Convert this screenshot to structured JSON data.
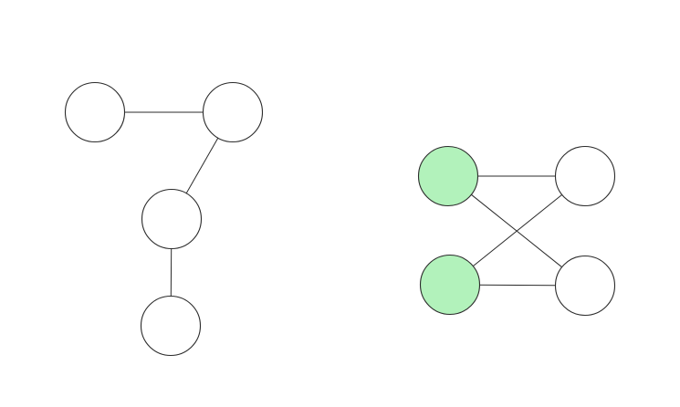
{
  "diagram": {
    "style": "hand-drawn",
    "colors": {
      "stroke": "#2b2b2b",
      "default_fill": "#ffffff",
      "highlight_fill": "#b2f2bb"
    },
    "graphs": [
      {
        "id": "tree",
        "nodes": [
          {
            "id": "t1",
            "highlighted": false
          },
          {
            "id": "t2",
            "highlighted": false
          },
          {
            "id": "t3",
            "highlighted": false
          },
          {
            "id": "t4",
            "highlighted": false
          }
        ],
        "edges": [
          {
            "from": "t1",
            "to": "t2"
          },
          {
            "from": "t2",
            "to": "t3"
          },
          {
            "from": "t3",
            "to": "t4"
          }
        ]
      },
      {
        "id": "bipartite",
        "nodes": [
          {
            "id": "b1",
            "highlighted": true
          },
          {
            "id": "b2",
            "highlighted": false
          },
          {
            "id": "b3",
            "highlighted": true
          },
          {
            "id": "b4",
            "highlighted": false
          }
        ],
        "edges": [
          {
            "from": "b1",
            "to": "b2"
          },
          {
            "from": "b1",
            "to": "b4"
          },
          {
            "from": "b3",
            "to": "b2"
          },
          {
            "from": "b3",
            "to": "b4"
          }
        ]
      }
    ]
  }
}
